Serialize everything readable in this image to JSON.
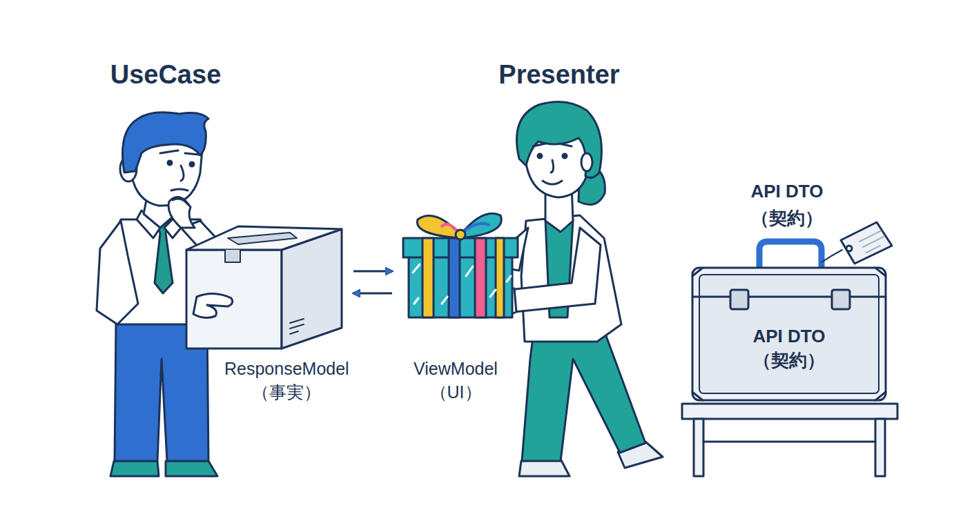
{
  "diagram": {
    "nodes": [
      {
        "text": [
          "ResponseModel （事実）"
        ]
      },
      {
        "text": [
          "ViewModel （UI）"
        ]
      },
      {
        "text": [
          "API DTO （契約）"
        ]
      }
    ],
    "edges": [
      {
        "from": 0,
        "to": 1,
        "arrow": "to"
      },
      {
        "from": 1,
        "to": 0,
        "arrow": "to"
      }
    ],
    "labels": [
      "UseCase",
      "Presenter",
      "API DTO （契約）"
    ]
  }
}
